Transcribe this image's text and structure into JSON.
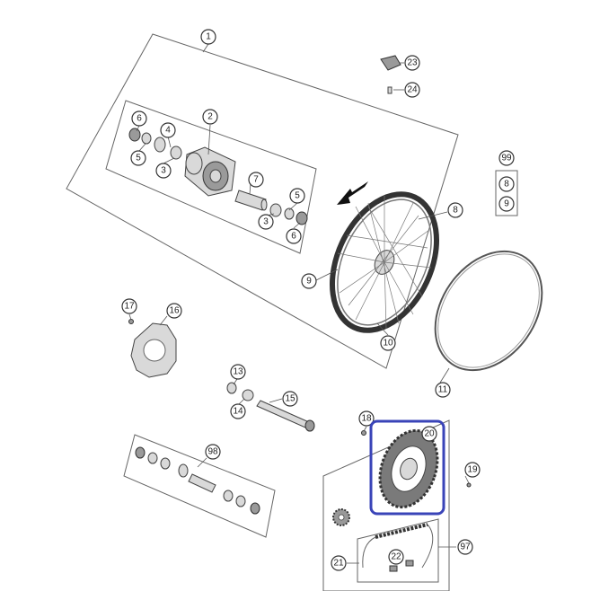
{
  "diagram": {
    "callouts": [
      "1",
      "2",
      "3",
      "3",
      "4",
      "5",
      "5",
      "6",
      "6",
      "7",
      "8",
      "9",
      "10",
      "11",
      "13",
      "14",
      "15",
      "16",
      "17",
      "18",
      "19",
      "20",
      "21",
      "22",
      "23",
      "24",
      "97",
      "98",
      "99",
      "8",
      "9"
    ],
    "highlight_color": "#3a44b8"
  }
}
